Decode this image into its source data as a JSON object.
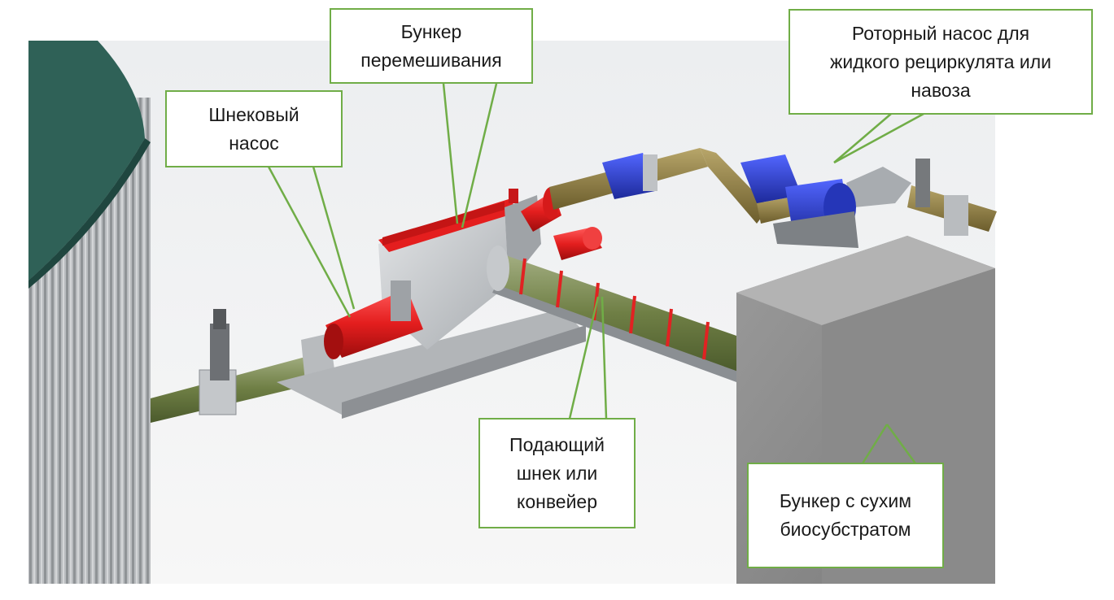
{
  "callouts": {
    "mixing_hopper": "Бункер\nперемешивания",
    "screw_pump": "Шнековый\nнасос",
    "rotary_pump": "Роторный насос для\nжидкого рециркулята или\nнавоза",
    "feed_screw": "Подающий\nшнек или\nконвейер",
    "dry_hopper": "Бункер с сухим\nбиосубстратом"
  },
  "colors": {
    "callout_border": "#70ad47",
    "pump_red": "#e41e1e",
    "motor_blue": "#2a3fc8",
    "tank_roof": "#2f6157",
    "pipe_fill": "#8a7a45"
  }
}
